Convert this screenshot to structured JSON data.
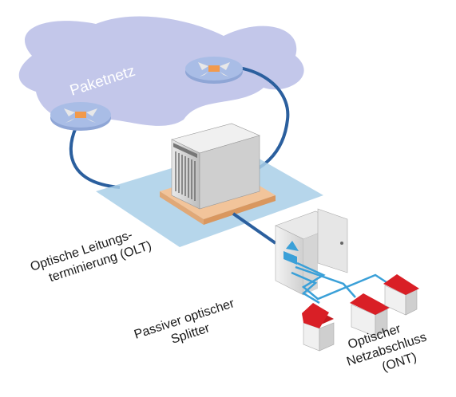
{
  "labels": {
    "cloud": "Paketnetz",
    "olt_line1": "Optische Leitungs-",
    "olt_line2": "terminierung (OLT)",
    "splitter_line1": "Passiver optischer",
    "splitter_line2": "Splitter",
    "ont_line1": "Optischer",
    "ont_line2": "Netzabschluss",
    "ont_line3": "(ONT)"
  },
  "colors": {
    "cloud": "#b9bde6",
    "fiber": "#2b5f9e",
    "drop_fiber": "#3aa0d8",
    "platform": "#a9cfe8",
    "olt_base": "#f2c49a",
    "router": "#8fa6d6",
    "ont_roof": "#d91f26"
  },
  "icons": [
    "router-icon",
    "olt-rack-icon",
    "splitter-cabinet-icon",
    "ont-house-icon"
  ]
}
